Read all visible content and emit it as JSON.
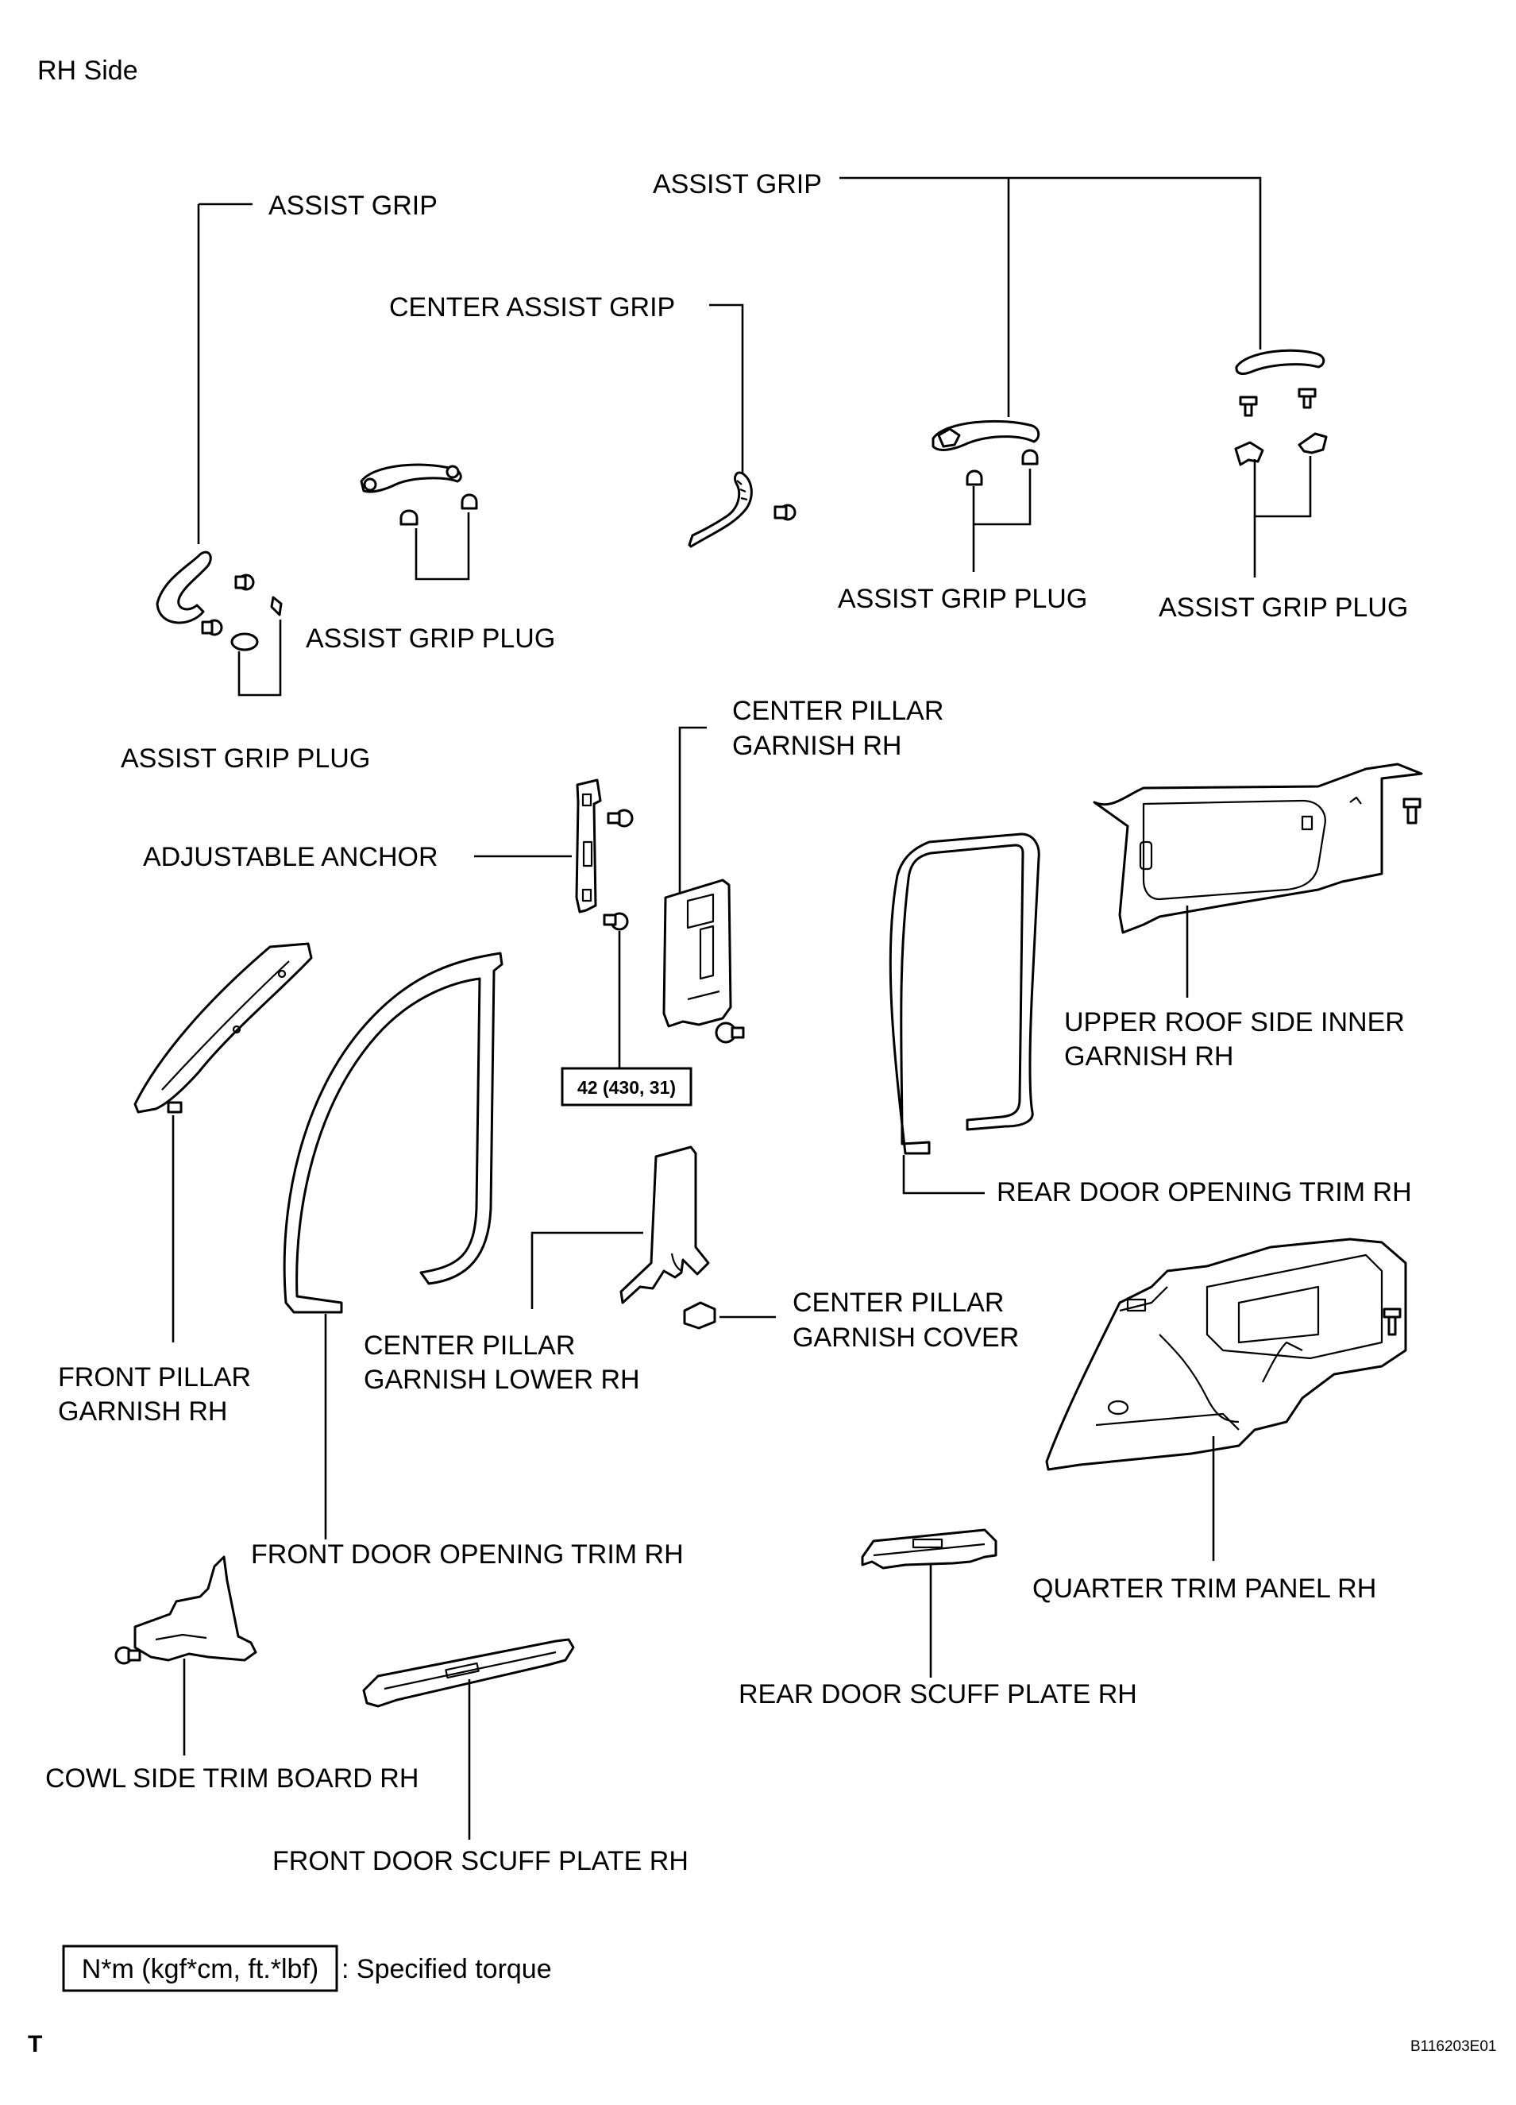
{
  "header": {
    "title": "RH Side"
  },
  "labels": {
    "assist_grip_left": "ASSIST GRIP",
    "assist_grip_top": "ASSIST GRIP",
    "center_assist_grip": "CENTER ASSIST GRIP",
    "assist_grip_plug_a": "ASSIST GRIP PLUG",
    "assist_grip_plug_b": "ASSIST GRIP PLUG",
    "assist_grip_plug_c": "ASSIST GRIP PLUG",
    "assist_grip_plug_d": "ASSIST GRIP PLUG",
    "center_pillar_garnish_rh_1": "CENTER PILLAR",
    "center_pillar_garnish_rh_2": "GARNISH RH",
    "adjustable_anchor": "ADJUSTABLE ANCHOR",
    "upper_roof_side_inner_garnish_rh_1": "UPPER ROOF SIDE INNER",
    "upper_roof_side_inner_garnish_rh_2": "GARNISH RH",
    "rear_door_opening_trim_rh": "REAR DOOR OPENING TRIM RH",
    "center_pillar_garnish_cover_1": "CENTER PILLAR",
    "center_pillar_garnish_cover_2": "GARNISH COVER",
    "center_pillar_garnish_lower_rh_1": "CENTER PILLAR",
    "center_pillar_garnish_lower_rh_2": "GARNISH LOWER RH",
    "front_pillar_garnish_rh_1": "FRONT PILLAR",
    "front_pillar_garnish_rh_2": "GARNISH RH",
    "front_door_opening_trim_rh": "FRONT DOOR OPENING TRIM RH",
    "quarter_trim_panel_rh": "QUARTER TRIM PANEL RH",
    "rear_door_scuff_plate_rh": "REAR DOOR SCUFF PLATE RH",
    "cowl_side_trim_board_rh": "COWL SIDE TRIM BOARD RH",
    "front_door_scuff_plate_rh": "FRONT DOOR SCUFF PLATE RH"
  },
  "torque": {
    "value": "42 (430, 31)"
  },
  "legend": {
    "box": "N*m (kgf*cm, ft.*lbf)",
    "text": ": Specified torque"
  },
  "footer": {
    "mark": "T",
    "code": "B116203E01"
  }
}
